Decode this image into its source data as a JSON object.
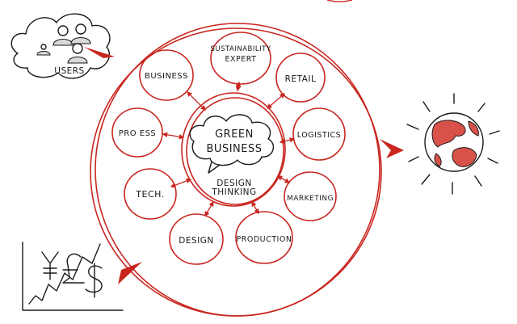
{
  "colors": {
    "accent": "#c8261f",
    "ink": "#1a1a1a",
    "globe_land": "#d9524a"
  },
  "center": {
    "line1": "GREEN",
    "line2": "BUSINESS",
    "sub1": "DESIGN",
    "sub2": "THINKING"
  },
  "users_label": "USERS",
  "nodes": {
    "sustainability1": "SUSTAINABILITY",
    "sustainability2": "EXPERT",
    "business": "BUSINESS",
    "retail": "RETAIL",
    "process": "PRO ESS",
    "logistics": "LOGISTICS",
    "tech": "TECH.",
    "marketing": "MARKETING",
    "design": "DESIGN",
    "production": "PRODUCTION"
  },
  "icons": {
    "users": "users-cloud-icon",
    "globe": "globe-icon",
    "currency": "currency-growth-icon"
  }
}
